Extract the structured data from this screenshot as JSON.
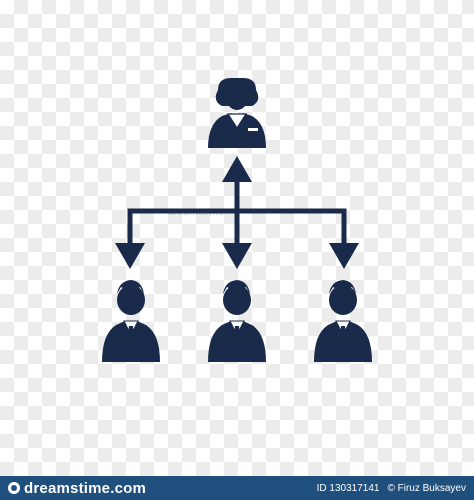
{
  "footer": {
    "brand": "dreamstime.com",
    "id_label": "ID 130317141",
    "author": "© Firuz Buksayev"
  },
  "watermark": {
    "center_text": "dreamstime"
  },
  "colors": {
    "icon": "#1a2a4a",
    "footer_bg": "#1e4f7d",
    "checker_light": "#ffffff",
    "checker_dark": "#ececec"
  },
  "icons": [
    "female-manager-icon",
    "bidirectional-arrow-icon",
    "down-arrow-icon",
    "male-employee-icon"
  ]
}
